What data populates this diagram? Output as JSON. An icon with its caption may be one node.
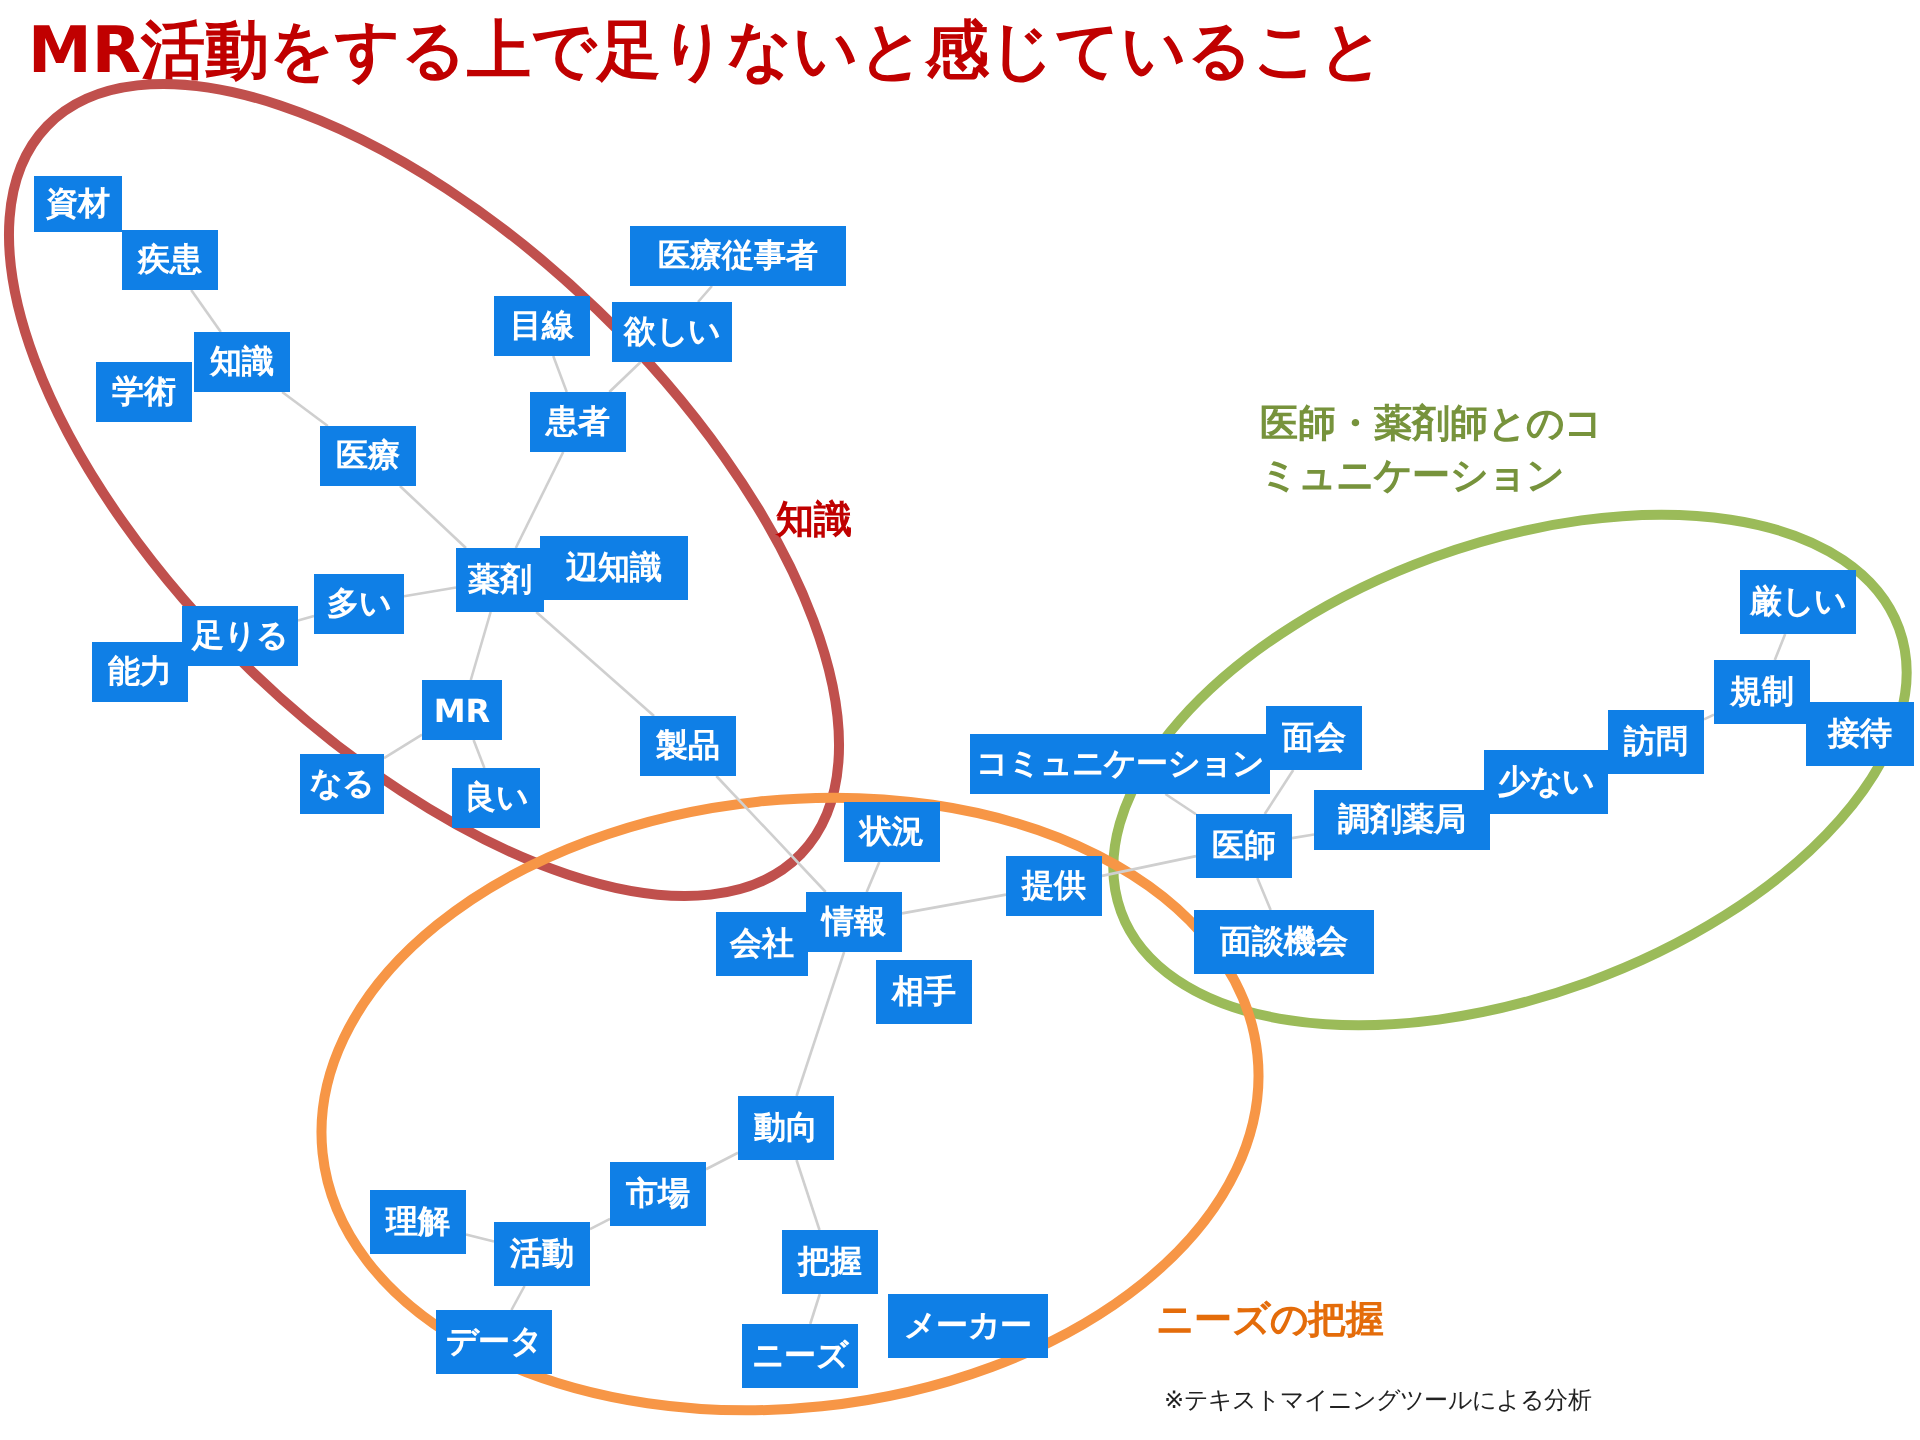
{
  "diagram": {
    "title": "MR活動をする上で足りないと感じていること",
    "nodes": [
      {
        "text": [
          "資材"
        ]
      },
      {
        "text": [
          "疾患"
        ]
      },
      {
        "text": [
          "学術"
        ]
      },
      {
        "text": [
          "知識"
        ]
      },
      {
        "text": [
          "医療"
        ]
      },
      {
        "text": [
          "医療従事者"
        ]
      },
      {
        "text": [
          "目線"
        ]
      },
      {
        "text": [
          "欲しい"
        ]
      },
      {
        "text": [
          "患者"
        ]
      },
      {
        "text": [
          "薬剤"
        ]
      },
      {
        "text": [
          "辺知識"
        ]
      },
      {
        "text": [
          "多い"
        ]
      },
      {
        "text": [
          "足りる"
        ]
      },
      {
        "text": [
          "能力"
        ]
      },
      {
        "text": [
          "MR"
        ]
      },
      {
        "text": [
          "なる"
        ]
      },
      {
        "text": [
          "良い"
        ]
      },
      {
        "text": [
          "製品"
        ]
      },
      {
        "text": [
          "状況"
        ]
      },
      {
        "text": [
          "情報"
        ]
      },
      {
        "text": [
          "会社"
        ]
      },
      {
        "text": [
          "相手"
        ]
      },
      {
        "text": [
          "提供"
        ]
      },
      {
        "text": [
          "コミュニケーション"
        ]
      },
      {
        "text": [
          "面会"
        ]
      },
      {
        "text": [
          "医師"
        ]
      },
      {
        "text": [
          "調剤薬局"
        ]
      },
      {
        "text": [
          "少ない"
        ]
      },
      {
        "text": [
          "訪問"
        ]
      },
      {
        "text": [
          "規制"
        ]
      },
      {
        "text": [
          "接待"
        ]
      },
      {
        "text": [
          "厳しい"
        ]
      },
      {
        "text": [
          "面談機会"
        ]
      },
      {
        "text": [
          "動向"
        ]
      },
      {
        "text": [
          "市場"
        ]
      },
      {
        "text": [
          "理解"
        ]
      },
      {
        "text": [
          "活動"
        ]
      },
      {
        "text": [
          "データ"
        ]
      },
      {
        "text": [
          "把握"
        ]
      },
      {
        "text": [
          "ニーズ"
        ]
      },
      {
        "text": [
          "メーカー"
        ]
      }
    ],
    "edges": [
      {
        "from": 1,
        "to": 3,
        "arrow": "none"
      },
      {
        "from": 3,
        "to": 4,
        "arrow": "none"
      },
      {
        "from": 4,
        "to": 9,
        "arrow": "none"
      },
      {
        "from": 6,
        "to": 8,
        "arrow": "none"
      },
      {
        "from": 7,
        "to": 8,
        "arrow": "none"
      },
      {
        "from": 5,
        "to": 7,
        "arrow": "none"
      },
      {
        "from": 8,
        "to": 9,
        "arrow": "none"
      },
      {
        "from": 11,
        "to": 9,
        "arrow": "none"
      },
      {
        "from": 12,
        "to": 11,
        "arrow": "none"
      },
      {
        "from": 9,
        "to": 14,
        "arrow": "none"
      },
      {
        "from": 14,
        "to": 15,
        "arrow": "none"
      },
      {
        "from": 14,
        "to": 16,
        "arrow": "none"
      },
      {
        "from": 9,
        "to": 17,
        "arrow": "none"
      },
      {
        "from": 17,
        "to": 19,
        "arrow": "none"
      },
      {
        "from": 18,
        "to": 19,
        "arrow": "none"
      },
      {
        "from": 19,
        "to": 22,
        "arrow": "none"
      },
      {
        "from": 19,
        "to": 33,
        "arrow": "none"
      },
      {
        "from": 33,
        "to": 34,
        "arrow": "none"
      },
      {
        "from": 34,
        "to": 36,
        "arrow": "none"
      },
      {
        "from": 35,
        "to": 36,
        "arrow": "none"
      },
      {
        "from": 36,
        "to": 37,
        "arrow": "none"
      },
      {
        "from": 33,
        "to": 38,
        "arrow": "none"
      },
      {
        "from": 38,
        "to": 39,
        "arrow": "none"
      },
      {
        "from": 22,
        "to": 25,
        "arrow": "none"
      },
      {
        "from": 23,
        "to": 25,
        "arrow": "none"
      },
      {
        "from": 24,
        "to": 25,
        "arrow": "none"
      },
      {
        "from": 25,
        "to": 26,
        "arrow": "none"
      },
      {
        "from": 25,
        "to": 32,
        "arrow": "none"
      },
      {
        "from": 28,
        "to": 29,
        "arrow": "none"
      },
      {
        "from": 29,
        "to": 31,
        "arrow": "none"
      }
    ],
    "labels": [
      "医師・薬剤師とのコミュニケーション",
      "知識",
      "ニーズの把握",
      "※テキストマイニングツールによる分析"
    ]
  }
}
